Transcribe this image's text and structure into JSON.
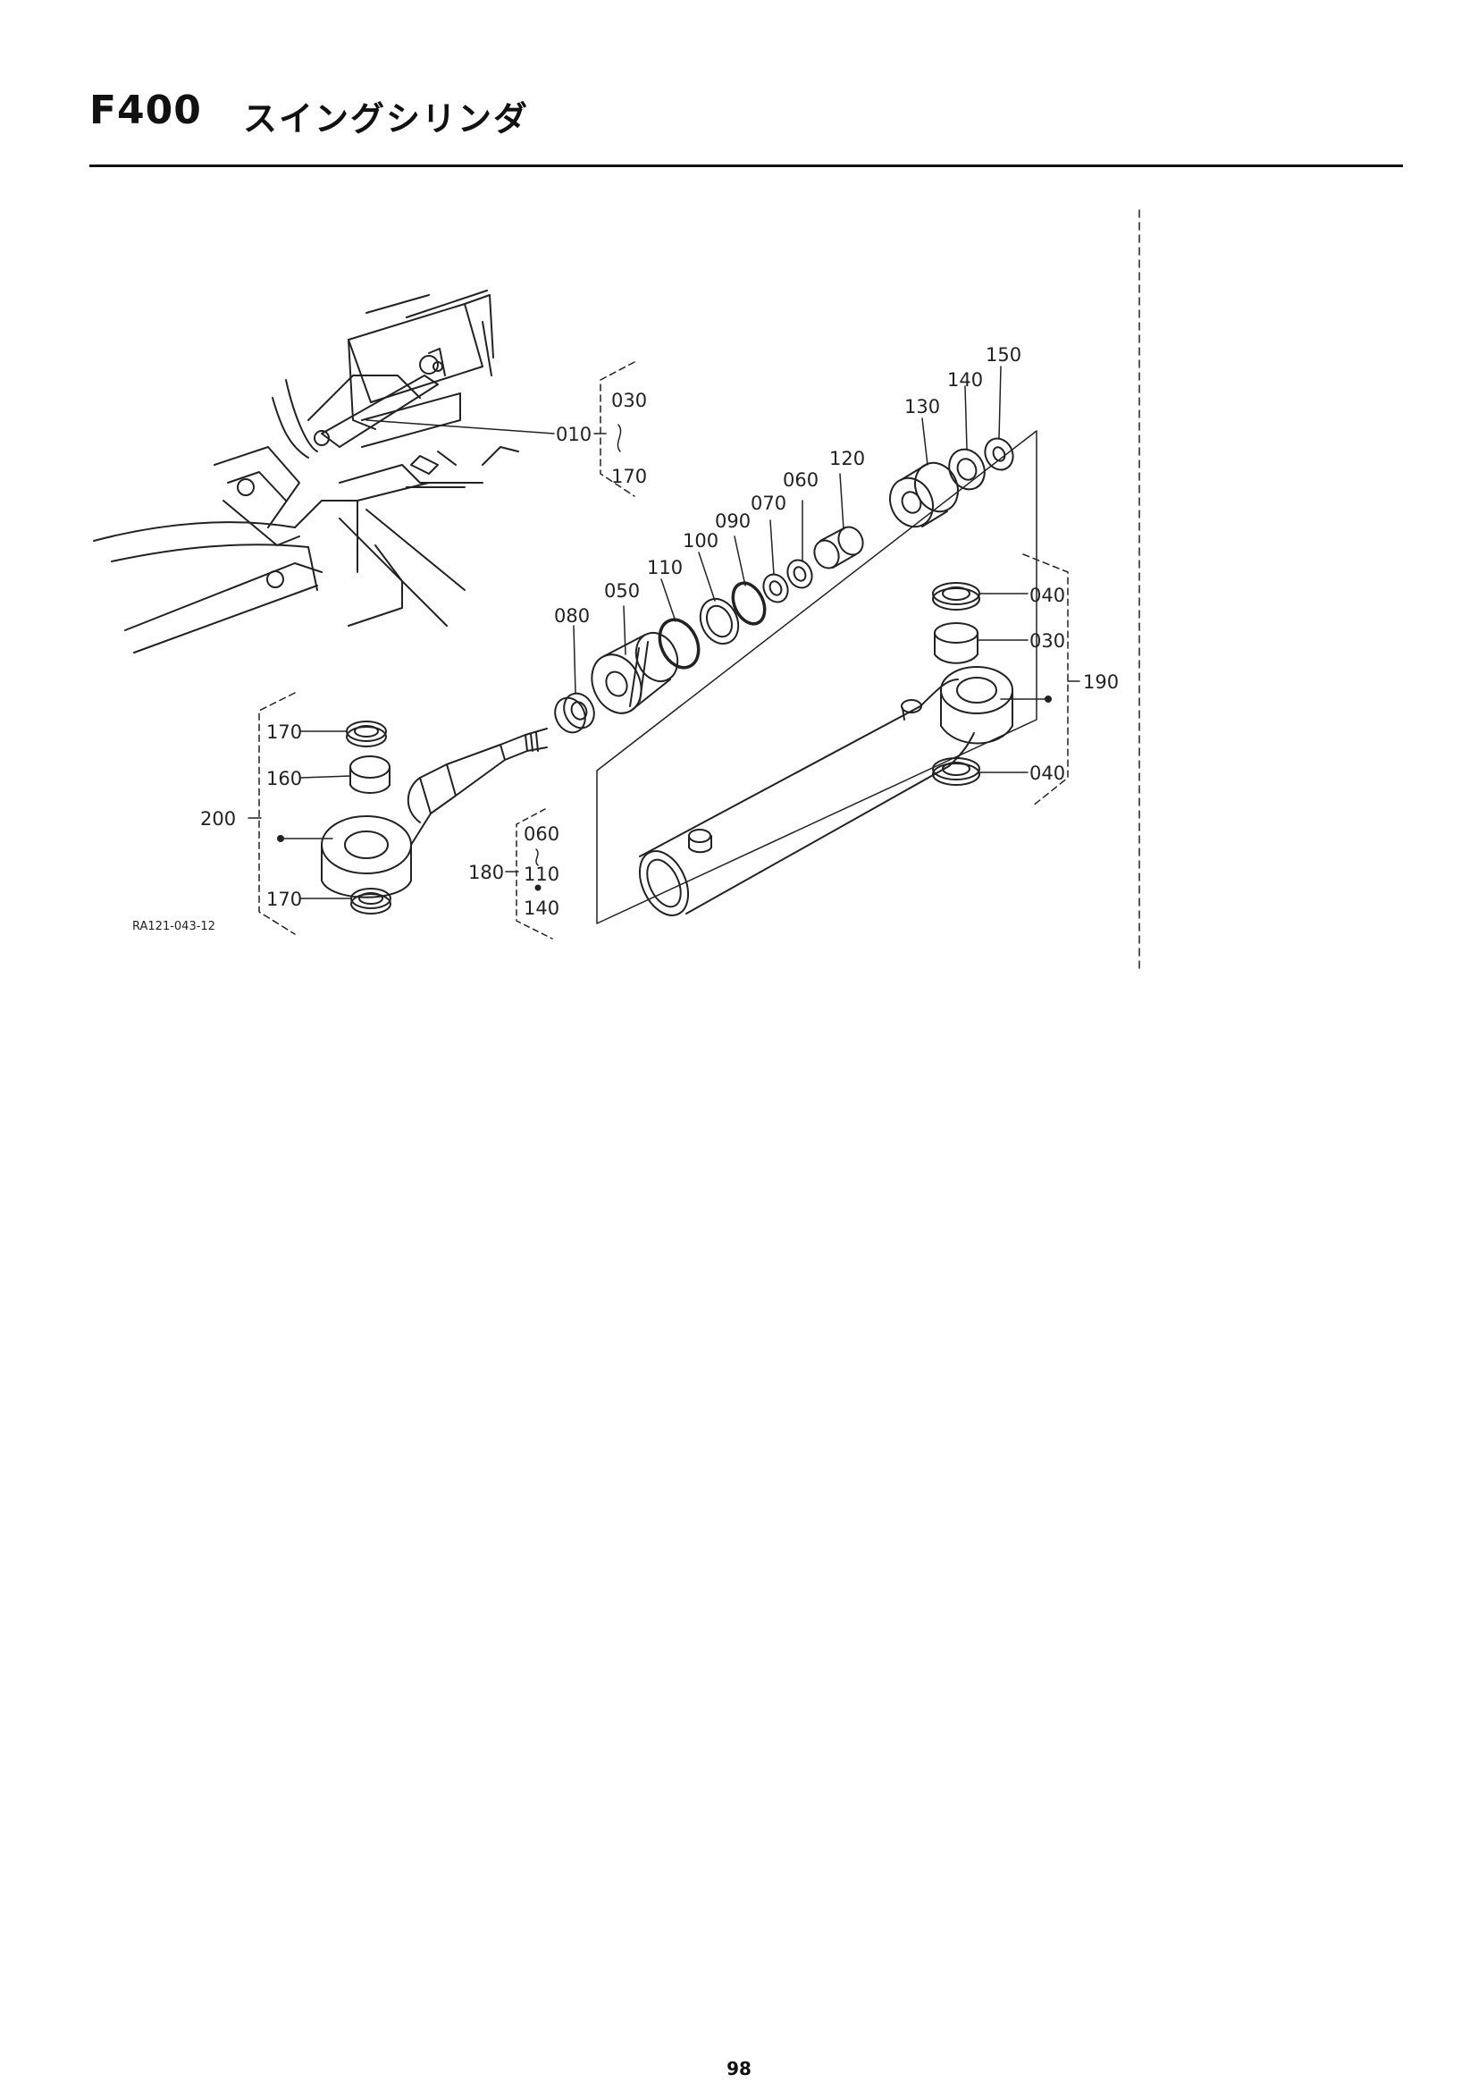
{
  "header": {
    "code": "F400",
    "title": "スイングシリンダ"
  },
  "diagram": {
    "ref_code": "RA121-043-12",
    "labels": {
      "p010": "010",
      "p030": "030",
      "p170": "170",
      "p150": "150",
      "p140": "140",
      "p130": "130",
      "p120": "120",
      "p060": "060",
      "p070": "070",
      "p090": "090",
      "p100": "100",
      "p110": "110",
      "p050": "050",
      "p080": "080",
      "p040a": "040",
      "p030b": "030",
      "p190": "190",
      "p040b": "040",
      "p170a": "170",
      "p160": "160",
      "p200": "200",
      "p170b": "170",
      "p060b": "060",
      "p180": "180",
      "p110b": "110",
      "p140b": "140"
    }
  },
  "footer": {
    "page_number": "98"
  }
}
